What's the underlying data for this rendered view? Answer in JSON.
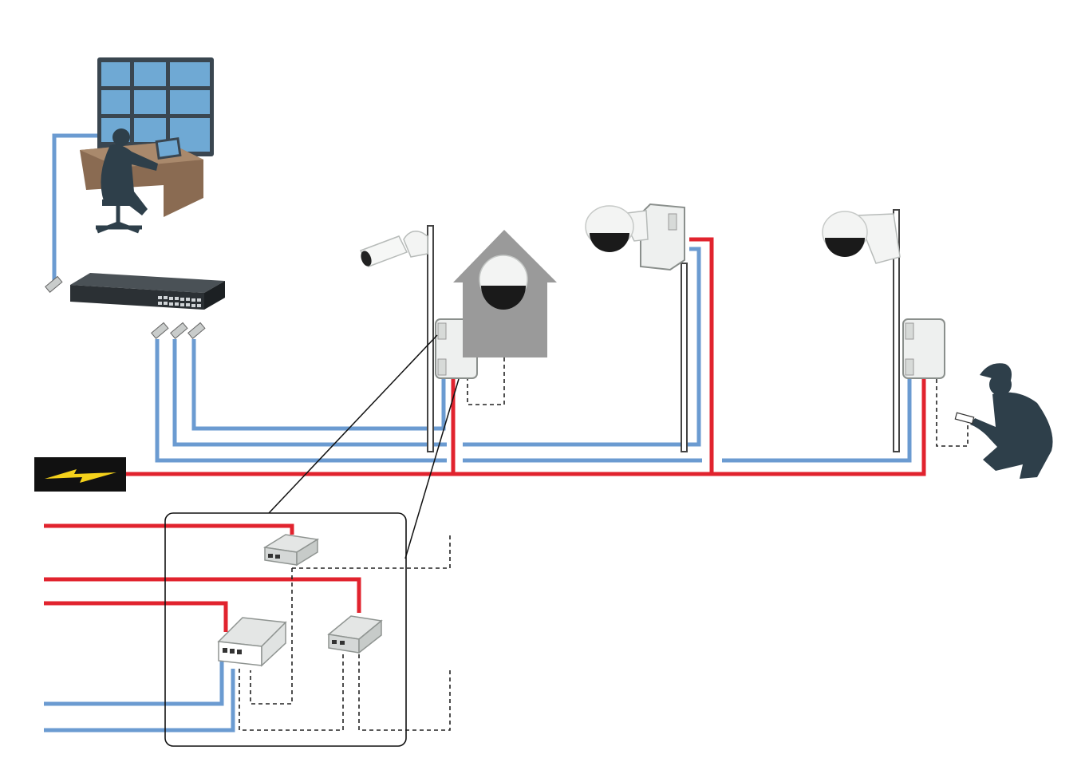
{
  "diagram": {
    "colors": {
      "fiber": "#6b9bd1",
      "power": "#e1232e",
      "copper_dashed": "#222222",
      "silhouette": "#2e3f4a",
      "power_source_bg": "#111111",
      "power_bolt": "#f5d21b",
      "building": "#9a9a9a"
    },
    "nodes": [
      {
        "id": "control-room",
        "icon": "video-wall-operator-icon"
      },
      {
        "id": "network-switch",
        "icon": "network-switch-icon"
      },
      {
        "id": "sfp-modules",
        "icon": "sfp-module-icon"
      },
      {
        "id": "power-source",
        "icon": "lightning-bolt-icon"
      },
      {
        "id": "bullet-camera",
        "icon": "bullet-camera-icon"
      },
      {
        "id": "indoor-dome-camera",
        "icon": "dome-camera-icon"
      },
      {
        "id": "pole-dome-camera",
        "icon": "dome-camera-icon"
      },
      {
        "id": "far-dome-camera",
        "icon": "dome-camera-icon"
      },
      {
        "id": "outdoor-enclosures",
        "icon": "outdoor-enclosure-icon"
      },
      {
        "id": "technician",
        "icon": "technician-with-tablet-icon"
      },
      {
        "id": "detail-inset",
        "icon": "zoom-detail-icon"
      }
    ]
  }
}
